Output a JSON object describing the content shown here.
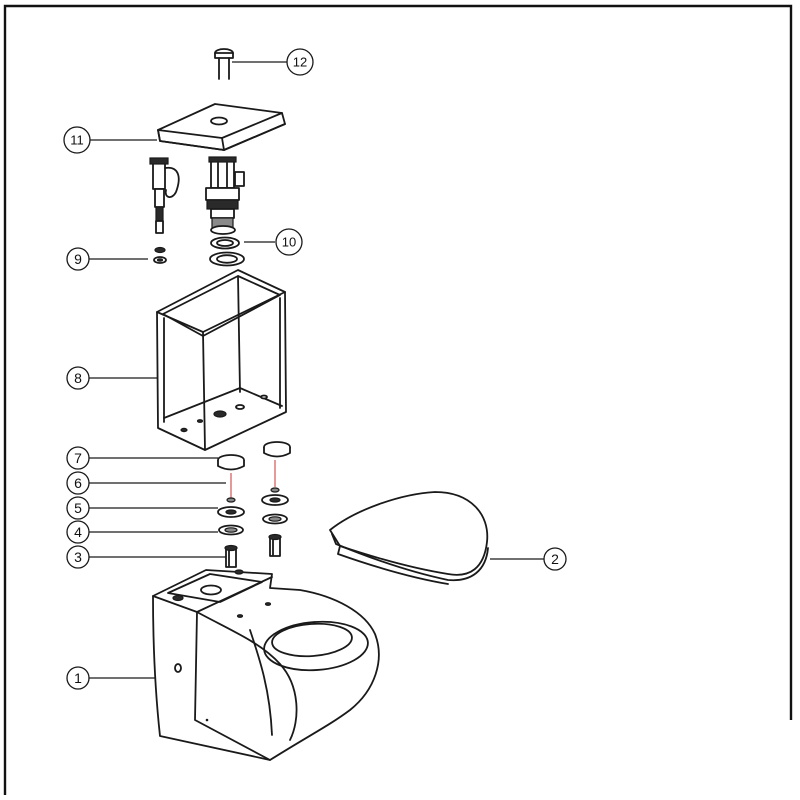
{
  "callouts": [
    {
      "id": "1",
      "label": "1"
    },
    {
      "id": "2",
      "label": "2"
    },
    {
      "id": "3",
      "label": "3"
    },
    {
      "id": "4",
      "label": "4"
    },
    {
      "id": "5",
      "label": "5"
    },
    {
      "id": "6",
      "label": "6"
    },
    {
      "id": "7",
      "label": "7"
    },
    {
      "id": "8",
      "label": "8"
    },
    {
      "id": "9",
      "label": "9"
    },
    {
      "id": "10",
      "label": "10"
    },
    {
      "id": "11",
      "label": "11"
    },
    {
      "id": "12",
      "label": "12"
    }
  ],
  "colors": {
    "line": "#1a1a1a",
    "background": "#ffffff"
  }
}
